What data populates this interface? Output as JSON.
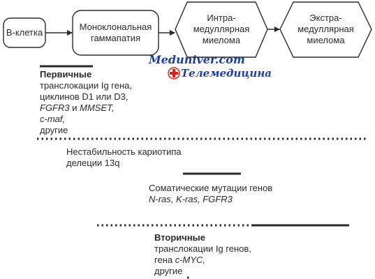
{
  "flow": {
    "nodes": [
      {
        "id": "b-cell",
        "label": "B-клетка"
      },
      {
        "id": "mgus",
        "lines": [
          "Моноклональная",
          "гаммапатия"
        ]
      },
      {
        "id": "intra",
        "lines": [
          "Интра-",
          "медуллярная",
          "миелома"
        ]
      },
      {
        "id": "extra",
        "lines": [
          "Экстра-",
          "медуллярная",
          "миелома"
        ]
      }
    ]
  },
  "primary": {
    "title": "Первичные",
    "lines": [
      "транслокации Ig гена,",
      "циклинов D1 или D3,"
    ],
    "genes_line": {
      "a": "FGFR3",
      "mid": " и ",
      "b": "MMSET,"
    },
    "cmaf": "c-maf,",
    "other": "другие"
  },
  "instability": {
    "lines": [
      "Нестабильность кариотипа",
      "делеции 13q"
    ]
  },
  "somatic": {
    "title": "Соматические мутации генов",
    "genes": "N-ras, K-ras, FGFR3"
  },
  "secondary": {
    "title": "Вторичные",
    "line1": "транслокации Ig генов,",
    "line2_prefix": "гена ",
    "line2_gene": "c-MYC,",
    "other": "другие"
  },
  "watermark": {
    "site": "Meduniver.com",
    "tele": "Телемедицина"
  },
  "colors": {
    "stroke": "#2a2a2a",
    "watermark_blue": "#1f3f9e",
    "watermark_red": "#e02020"
  }
}
